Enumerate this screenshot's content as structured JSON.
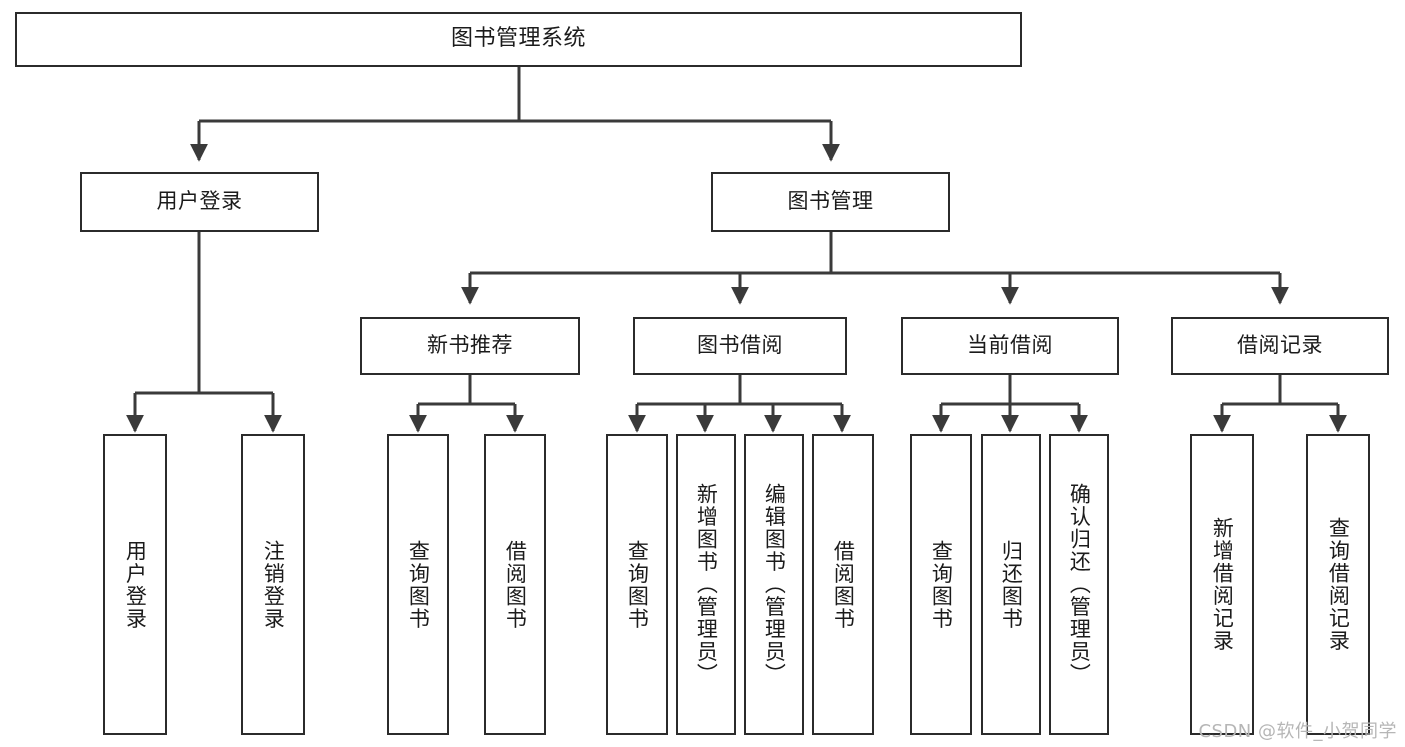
{
  "diagram": {
    "title": "图书管理系统",
    "watermark": "CSDN @软件_小贺同学",
    "colors": {
      "background": "#ffffff",
      "border": "#2b2b2b",
      "edge": "#3a3a3a",
      "text": "#1b1b1b",
      "watermark": "#b6b6b6"
    }
  },
  "nodes": {
    "root": {
      "label": "图书管理系统"
    },
    "tier1": [
      {
        "id": "user-login",
        "label": "用户登录"
      },
      {
        "id": "book-manage",
        "label": "图书管理"
      }
    ],
    "tier2": [
      {
        "id": "new-book-recommend",
        "label": "新书推荐"
      },
      {
        "id": "book-borrow",
        "label": "图书借阅"
      },
      {
        "id": "current-borrow",
        "label": "当前借阅"
      },
      {
        "id": "borrow-record",
        "label": "借阅记录"
      }
    ],
    "leaves": {
      "user_login": [
        {
          "id": "leaf-user-login",
          "label": "用户登录"
        },
        {
          "id": "leaf-logout-login",
          "label": "注销登录"
        }
      ],
      "new_book_recommend": [
        {
          "id": "leaf-query-book-1",
          "label": "查询图书"
        },
        {
          "id": "leaf-borrow-book-1",
          "label": "借阅图书"
        }
      ],
      "book_borrow": [
        {
          "id": "leaf-query-book-2",
          "label": "查询图书"
        },
        {
          "id": "leaf-add-book-admin",
          "label": "新增图书（管理员）"
        },
        {
          "id": "leaf-edit-book-admin",
          "label": "编辑图书（管理员）"
        },
        {
          "id": "leaf-borrow-book-2",
          "label": "借阅图书"
        }
      ],
      "current_borrow": [
        {
          "id": "leaf-query-book-3",
          "label": "查询图书"
        },
        {
          "id": "leaf-return-book",
          "label": "归还图书"
        },
        {
          "id": "leaf-confirm-return-admin",
          "label": "确认归还（管理员）"
        }
      ],
      "borrow_record": [
        {
          "id": "leaf-add-borrow-record",
          "label": "新增借阅记录"
        },
        {
          "id": "leaf-query-borrow-record",
          "label": "查询借阅记录"
        }
      ]
    }
  }
}
